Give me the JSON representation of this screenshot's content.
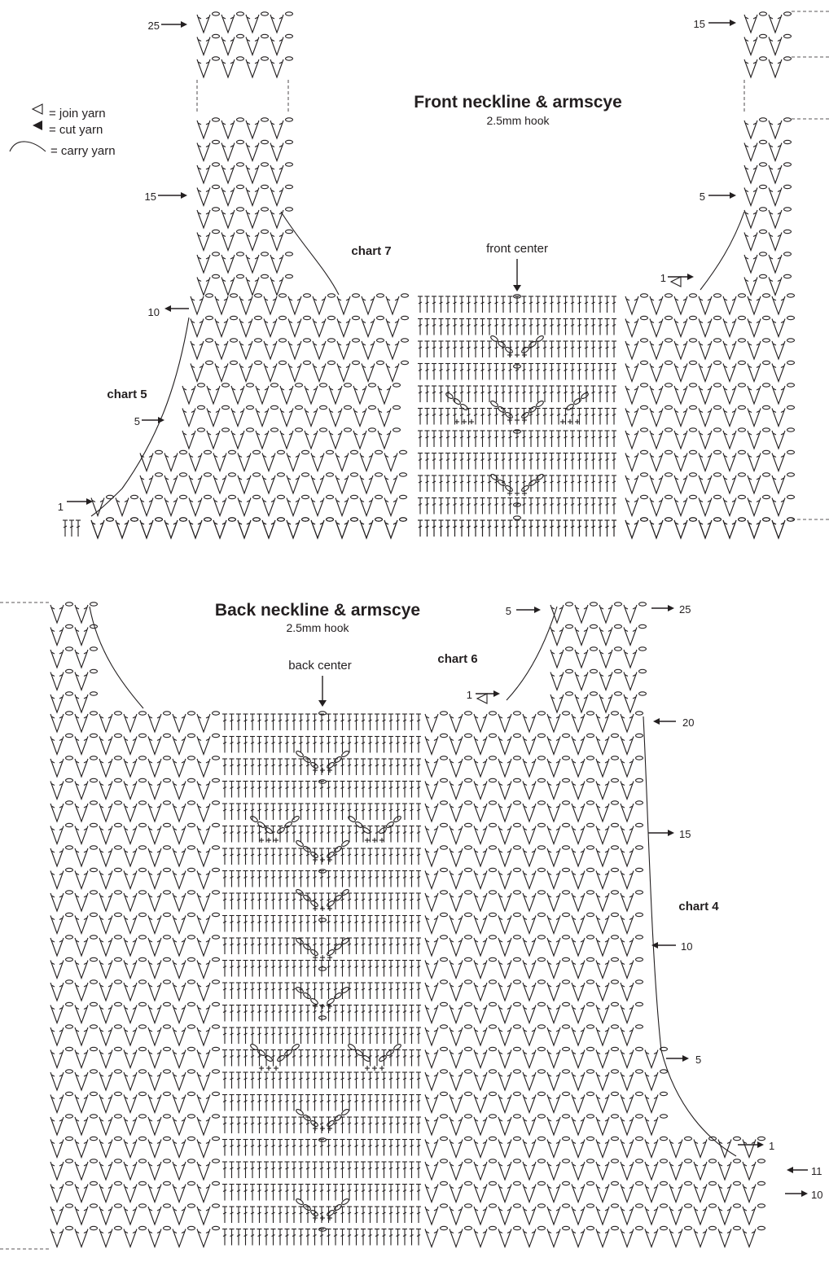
{
  "legend": {
    "join": "= join yarn",
    "cut": "= cut yarn",
    "carry": "= carry yarn"
  },
  "front": {
    "title": "Front neckline & armscye",
    "hook": "2.5mm hook",
    "center_label": "front center",
    "chart_left": "chart 5",
    "chart_mid": "chart 7",
    "rows_left": [
      "25",
      "15",
      "10",
      "5",
      "1"
    ],
    "rows_right": [
      "15",
      "5",
      "1"
    ]
  },
  "back": {
    "title": "Back neckline & armscye",
    "hook": "2.5mm hook",
    "center_label": "back center",
    "chart_mid": "chart 6",
    "chart_right": "chart 4",
    "rows_upper": [
      "5",
      "1"
    ],
    "rows_right": [
      "25",
      "20",
      "15",
      "10",
      "5",
      "1",
      "11",
      "10"
    ]
  }
}
